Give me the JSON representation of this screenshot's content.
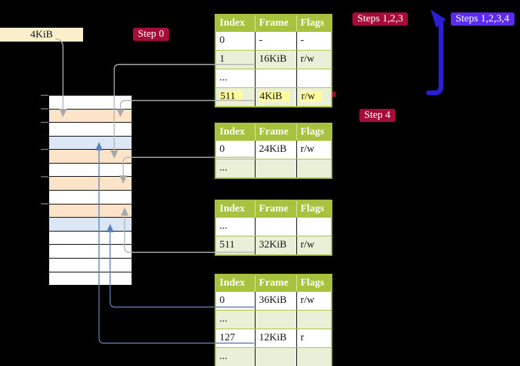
{
  "labels": {
    "frame_label": "4KiB",
    "step0": "Step 0",
    "steps123": "Steps 1,2,3",
    "steps1234": "Steps 1,2,3,4",
    "step4": "Step 4"
  },
  "colors": {
    "background": "#000000",
    "table_header_green": "#a6c23f",
    "table_shade_green": "#eaf0d7",
    "highlight_yellow": "#feff9c",
    "memory_page_table_peach": "#fde4c9",
    "memory_data_page_blue": "#dbe7f6",
    "badge_crimson": "#a60c38",
    "badge_violet": "#5b2bf2",
    "big_arrow_blue": "#2b1fd6",
    "connector_gray": "#b3b3b3",
    "connector_blue": "#5b80b5",
    "frame_label_bg": "#faeecb"
  },
  "tables": {
    "level1": {
      "headers": [
        "Index",
        "Frame",
        "Flags"
      ],
      "rows": [
        {
          "index": "0",
          "frame": "-",
          "flags": "-"
        },
        {
          "index": "1",
          "frame": "16KiB",
          "flags": "r/w"
        },
        {
          "index": "...",
          "frame": "",
          "flags": ""
        },
        {
          "index": "511",
          "frame": "4KiB",
          "flags": "r/w"
        }
      ]
    },
    "level2": {
      "headers": [
        "Index",
        "Frame",
        "Flags"
      ],
      "rows": [
        {
          "index": "0",
          "frame": "24KiB",
          "flags": "r/w"
        },
        {
          "index": "...",
          "frame": "",
          "flags": ""
        }
      ]
    },
    "level3": {
      "headers": [
        "Index",
        "Frame",
        "Flags"
      ],
      "rows": [
        {
          "index": "...",
          "frame": "",
          "flags": ""
        },
        {
          "index": "511",
          "frame": "32KiB",
          "flags": "r/w"
        }
      ]
    },
    "level4": {
      "headers": [
        "Index",
        "Frame",
        "Flags"
      ],
      "rows": [
        {
          "index": "0",
          "frame": "36KiB",
          "flags": "r/w"
        },
        {
          "index": "...",
          "frame": "",
          "flags": ""
        },
        {
          "index": "127",
          "frame": "12KiB",
          "flags": "r"
        },
        {
          "index": "...",
          "frame": "",
          "flags": ""
        }
      ]
    }
  },
  "memory": {
    "rows": [
      "white",
      "peach",
      "white",
      "blue",
      "peach",
      "white",
      "peach",
      "white",
      "peach",
      "blue",
      "white",
      "white",
      "white",
      "white"
    ]
  }
}
